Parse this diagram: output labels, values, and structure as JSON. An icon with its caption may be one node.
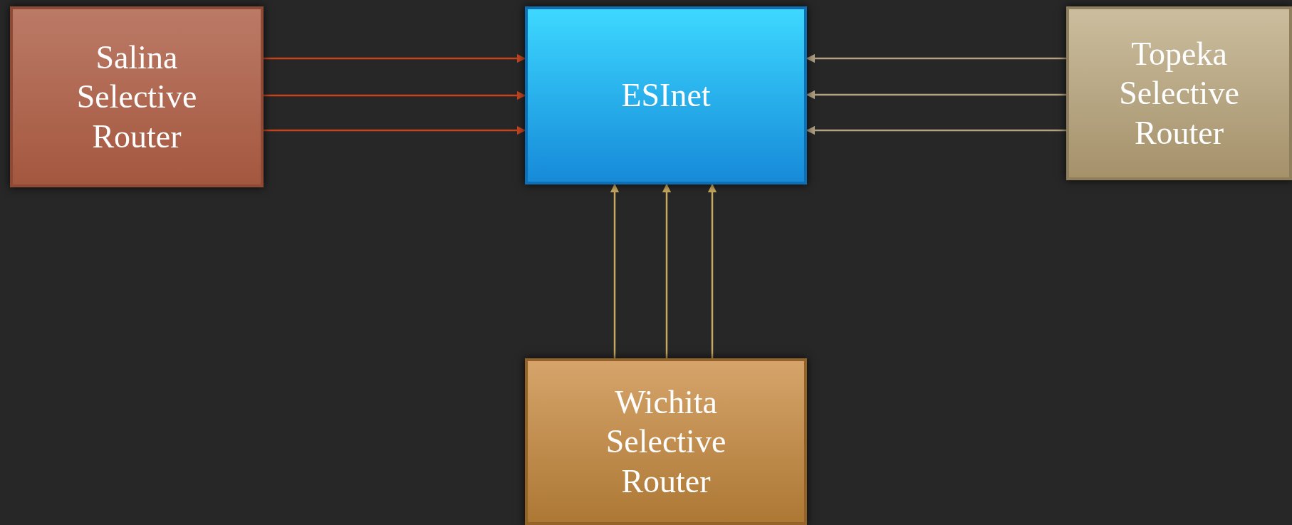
{
  "diagram": {
    "nodes": [
      {
        "text": [
          "Salina Selective Router"
        ]
      },
      {
        "text": [
          "ESInet"
        ]
      },
      {
        "text": [
          "Topeka Selective Router"
        ]
      },
      {
        "text": [
          "Wichita Selective Router"
        ]
      }
    ],
    "edges": [
      {
        "from": 0,
        "to": 1,
        "arrow": "to",
        "color": "#c4461f"
      },
      {
        "from": 0,
        "to": 1,
        "arrow": "to",
        "color": "#c4461f"
      },
      {
        "from": 0,
        "to": 1,
        "arrow": "to",
        "color": "#c4461f"
      },
      {
        "from": 2,
        "to": 1,
        "arrow": "to",
        "color": "#b3a283"
      },
      {
        "from": 2,
        "to": 1,
        "arrow": "to",
        "color": "#b3a283"
      },
      {
        "from": 2,
        "to": 1,
        "arrow": "to",
        "color": "#b3a283"
      },
      {
        "from": 3,
        "to": 1,
        "arrow": "to",
        "color": "#c8a860"
      },
      {
        "from": 3,
        "to": 1,
        "arrow": "to",
        "color": "#c8a860"
      },
      {
        "from": 3,
        "to": 1,
        "arrow": "to",
        "color": "#c8a860"
      }
    ]
  }
}
